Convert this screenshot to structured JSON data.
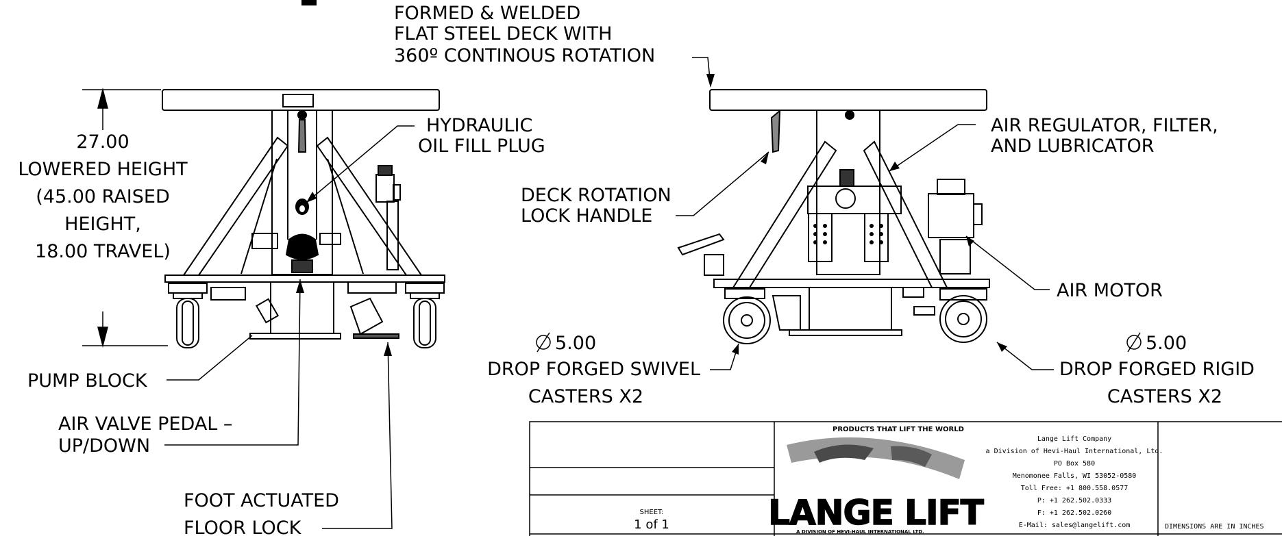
{
  "labels": {
    "deck": [
      "FORMED & WELDED",
      "FLAT STEEL DECK WITH",
      "360º CONTINOUS ROTATION"
    ],
    "height": [
      "27.00",
      "LOWERED HEIGHT",
      "(45.00 RAISED",
      "HEIGHT,",
      "18.00 TRAVEL)"
    ],
    "hydraulic": [
      "HYDRAULIC",
      "OIL FILL PLUG"
    ],
    "air_regulator": [
      "AIR REGULATOR, FILTER,",
      "AND LUBRICATOR"
    ],
    "deck_lock": [
      "DECK ROTATION",
      "LOCK HANDLE"
    ],
    "air_motor": "AIR MOTOR",
    "swivel_dia": "5.00",
    "swivel_casters": [
      "DROP FORGED SWIVEL",
      "CASTERS X2"
    ],
    "rigid_dia": "5.00",
    "rigid_casters": [
      "DROP FORGED RIGID",
      "CASTERS X2"
    ],
    "pump_block": "PUMP BLOCK",
    "air_valve": [
      "AIR VALVE PEDAL –",
      "UP/DOWN"
    ],
    "floor_lock": [
      "FOOT ACTUATED",
      "FLOOR LOCK"
    ]
  },
  "title_block": {
    "sheet_label": "SHEET:",
    "sheet_value": "1 of 1",
    "logo_tagline": "PRODUCTS THAT LIFT THE WORLD",
    "logo_text": "LANGE LIFT",
    "logo_division": "A DIVISION OF HEVI-HAUL INTERNATIONAL LTD.",
    "company": [
      "Lange Lift Company",
      "a Division of Hevi-Haul International, Ltd.",
      "PO Box 580",
      "Menomonee Falls, WI  53052-0580",
      "Toll Free: +1 800.558.0577",
      "P: +1 262.502.0333",
      "F: +1 262.502.0260",
      "E-Mail: sales@langelift.com"
    ],
    "dimensions_note": "DIMENSIONS ARE IN INCHES"
  },
  "colors": {
    "line": "#000000",
    "background": "#ffffff",
    "logo_gray": "#8a8a8a"
  }
}
